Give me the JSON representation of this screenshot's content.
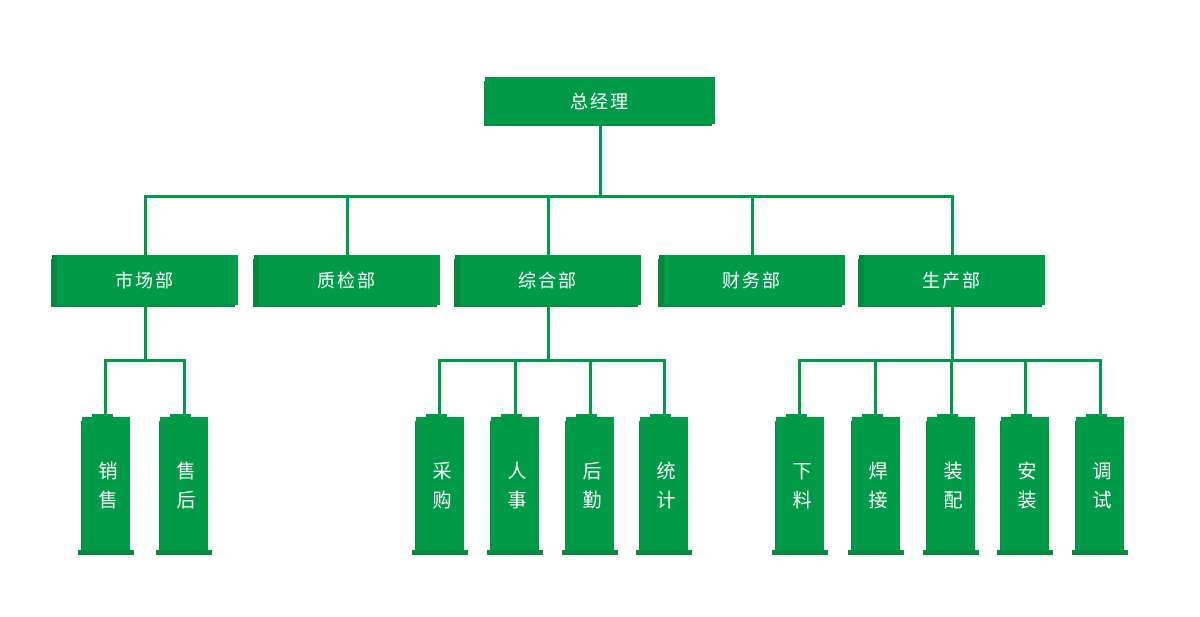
{
  "diagram": {
    "type": "org-chart",
    "colors": {
      "node_fill": "#009b48",
      "node_edge_dark": "#0a8a40",
      "connector": "#009b48",
      "node_text": "#ffffff",
      "background": "#ffffff"
    },
    "root": {
      "label": "总经理"
    },
    "departments": [
      {
        "label": "市场部"
      },
      {
        "label": "质检部"
      },
      {
        "label": "综合部"
      },
      {
        "label": "财务部"
      },
      {
        "label": "生产部"
      }
    ],
    "teams": {
      "market": [
        {
          "label": "销售"
        },
        {
          "label": "售后"
        }
      ],
      "general": [
        {
          "label": "采购"
        },
        {
          "label": "人事"
        },
        {
          "label": "后勤"
        },
        {
          "label": "统计"
        }
      ],
      "production": [
        {
          "label": "下料"
        },
        {
          "label": "焊接"
        },
        {
          "label": "装配"
        },
        {
          "label": "安装"
        },
        {
          "label": "调试"
        }
      ]
    }
  }
}
